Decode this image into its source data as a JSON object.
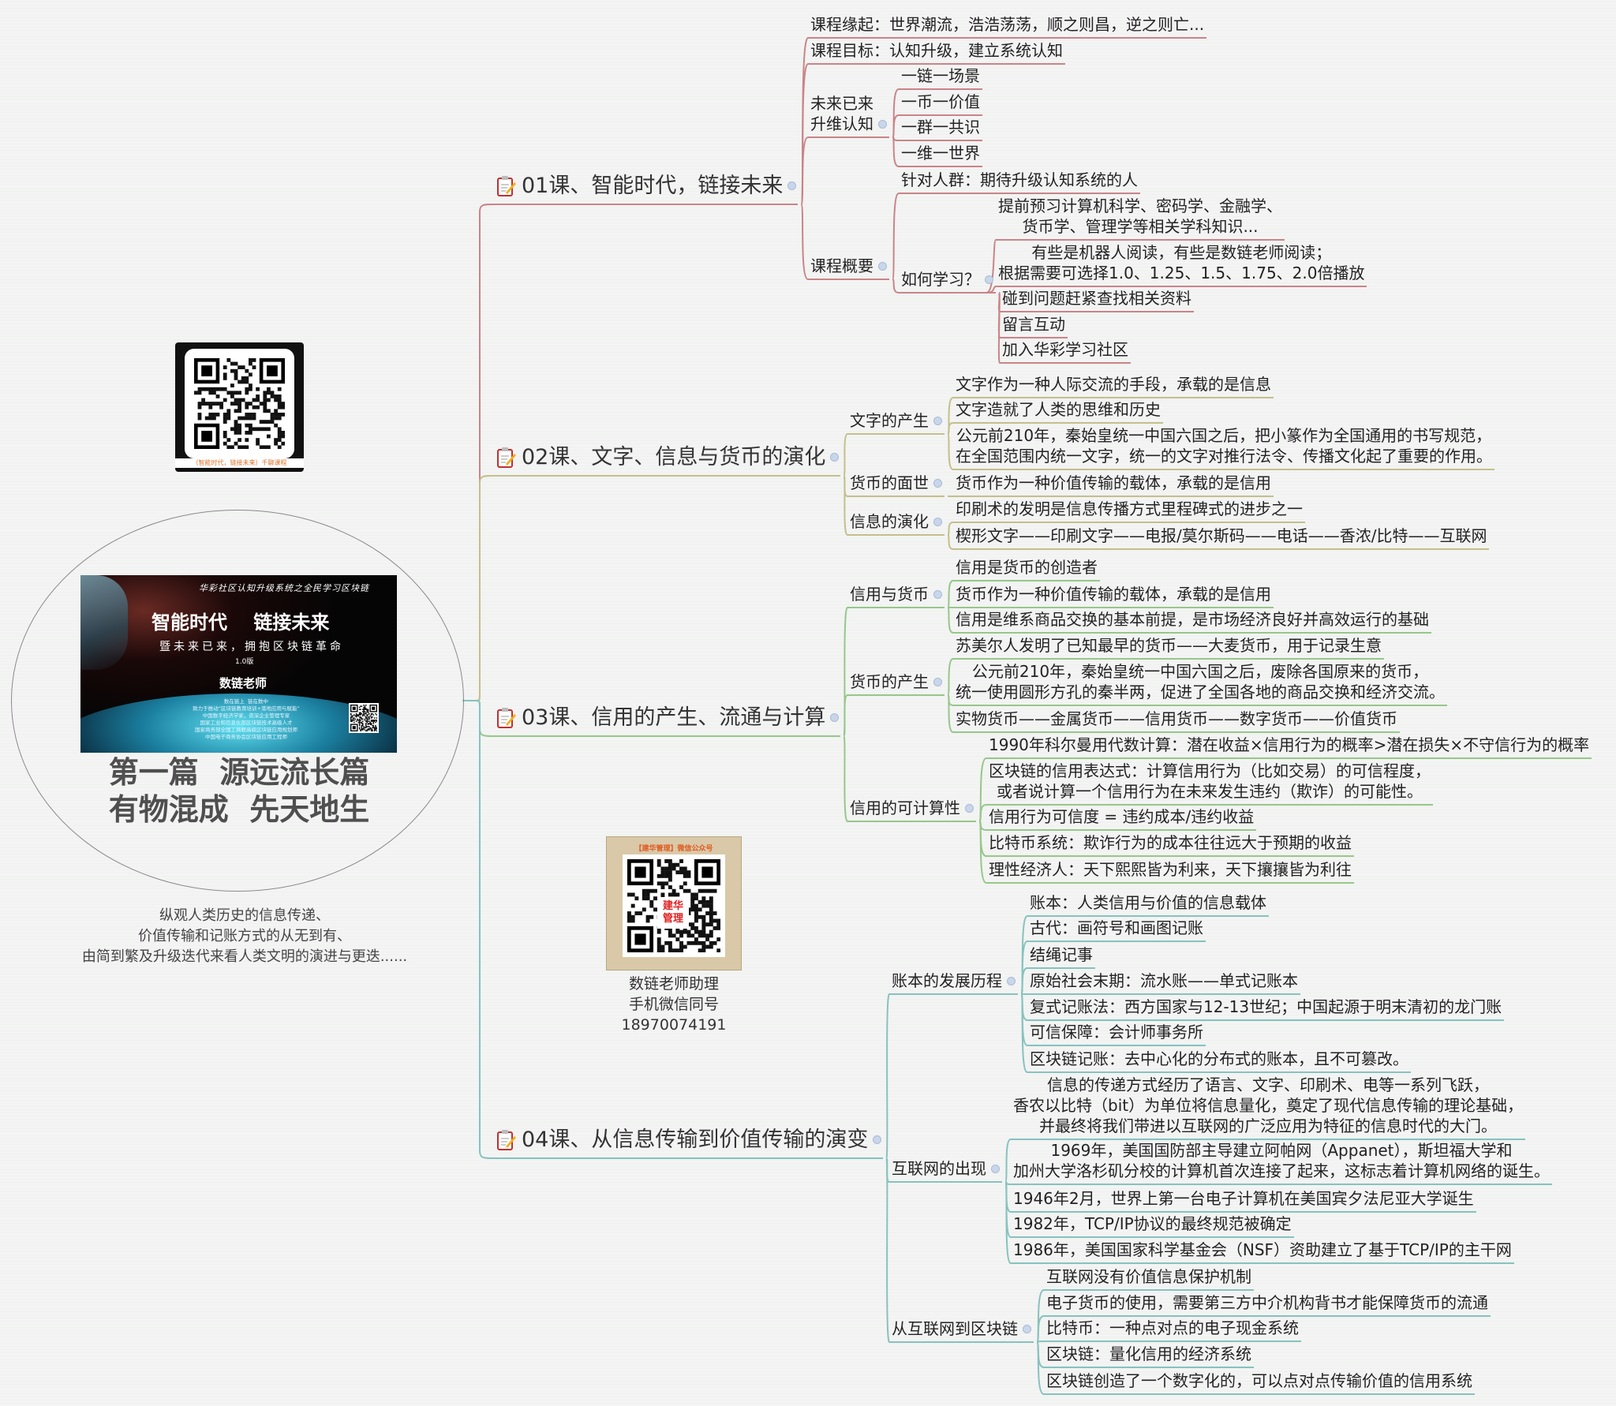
{
  "center": {
    "banner": {
      "top_line": "华彩社区认知升级系统之全民学习区块链",
      "title": "智能时代    链接未来",
      "subtitle": "暨未来已来，拥抱区块链革命",
      "version": "1.0版",
      "author": "数链老师",
      "bio_lines": "数在链上  链在数中\n致力于推动“区块链教育培训+落地应用与赋能”\n中国数字经济学家，资深企业管理专家\n国家工业和信息化部区块链技术高级人才\n国家商务部全国工商联高级区块链应用规划师\n中国电子商务协会区块链应用工程师"
    },
    "title_lines": "第一篇  源远流长篇\n有物混成  先天地生",
    "caption": "纵观人类历史的信息传递、\n价值传输和记账方式的从无到有、\n由简到繁及升级迭代来看人类文明的演进与更迭......"
  },
  "qr_top": {
    "caption": "（智能时代，链接未来）千聊课程"
  },
  "qr_assistant": {
    "header": "【建华管理】微信公众号",
    "logo": "建华\n管理",
    "caption": "数链老师助理\n手机微信同号\n18970074191"
  },
  "branches": [
    {
      "title": "01课、智能时代，链接未来",
      "color": "#c98489",
      "children": [
        {
          "text": "课程缘起：世界潮流，浩浩荡荡，顺之则昌，逆之则亡..."
        },
        {
          "text": "课程目标：认知升级，建立系统认知"
        },
        {
          "text": "未来已来\n升维认知",
          "children": [
            {
              "text": "一链一场景"
            },
            {
              "text": "一币一价值"
            },
            {
              "text": "一群一共识"
            },
            {
              "text": "一维一世界"
            }
          ]
        },
        {
          "text": "课程概要",
          "children": [
            {
              "text": "针对人群：期待升级认知系统的人"
            },
            {
              "text": "如何学习？",
              "children": [
                {
                  "text": "提前预习计算机科学、密码学、金融学、\n货币学、管理学等相关学科知识..."
                },
                {
                  "text": "有些是机器人阅读，有些是数链老师阅读；\n根据需要可选择1.0、1.25、1.5、1.75、2.0倍播放"
                },
                {
                  "text": "碰到问题赶紧查找相关资料"
                },
                {
                  "text": "留言互动"
                },
                {
                  "text": "加入华彩学习社区"
                }
              ]
            }
          ]
        }
      ]
    },
    {
      "title": "02课、文字、信息与货币的演化",
      "color": "#c4bf8c",
      "children": [
        {
          "text": "文字的产生",
          "children": [
            {
              "text": "文字作为一种人际交流的手段，承载的是信息"
            },
            {
              "text": "文字造就了人类的思维和历史"
            },
            {
              "text": "公元前210年，秦始皇统一中国六国之后，把小篆作为全国通用的书写规范，\n在全国范围内统一文字，统一的文字对推行法令、传播文化起了重要的作用。"
            }
          ]
        },
        {
          "text": "货币的面世",
          "children": [
            {
              "text": "货币作为一种价值传输的载体，承载的是信用"
            }
          ]
        },
        {
          "text": "信息的演化",
          "children": [
            {
              "text": "印刷术的发明是信息传播方式里程碑式的进步之一"
            },
            {
              "text": "楔形文字——印刷文字——电报/莫尔斯码——电话——香浓/比特——互联网"
            }
          ]
        }
      ]
    },
    {
      "title": "03课、信用的产生、流通与计算",
      "color": "#97c68b",
      "children": [
        {
          "text": "信用与货币",
          "children": [
            {
              "text": "信用是货币的创造者"
            },
            {
              "text": "货币作为一种价值传输的载体，承载的是信用"
            },
            {
              "text": "信用是维系商品交换的基本前提，是市场经济良好并高效运行的基础"
            }
          ]
        },
        {
          "text": "货币的产生",
          "children": [
            {
              "text": "苏美尔人发明了已知最早的货币——大麦货币，用于记录生意"
            },
            {
              "text": "公元前210年，秦始皇统一中国六国之后，废除各国原来的货币，\n统一使用圆形方孔的秦半两，促进了全国各地的商品交换和经济交流。"
            },
            {
              "text": "实物货币——金属货币——信用货币——数字货币——价值货币"
            }
          ]
        },
        {
          "text": "信用的可计算性",
          "children": [
            {
              "text": "1990年科尔曼用代数计算：潜在收益×信用行为的概率>潜在损失×不守信行为的概率"
            },
            {
              "text": "区块链的信用表达式：计算信用行为（比如交易）的可信程度，\n或者说计算一个信用行为在未来发生违约（欺诈）的可能性。"
            },
            {
              "text": "信用行为可信度 = 违约成本/违约收益"
            },
            {
              "text": "比特币系统：欺诈行为的成本往往远大于预期的收益"
            },
            {
              "text": "理性经济人：天下熙熙皆为利来，天下攘攘皆为利往"
            }
          ]
        }
      ]
    },
    {
      "title": "04课、从信息传输到价值传输的演变",
      "color": "#86c2bf",
      "children": [
        {
          "text": "账本的发展历程",
          "children": [
            {
              "text": "账本：人类信用与价值的信息载体"
            },
            {
              "text": "古代：画符号和画图记账"
            },
            {
              "text": "结绳记事"
            },
            {
              "text": "原始社会末期：流水账——单式记账本"
            },
            {
              "text": "复式记账法：西方国家与12-13世纪；中国起源于明末清初的龙门账"
            },
            {
              "text": "可信保障：会计师事务所"
            },
            {
              "text": "区块链记账：去中心化的分布式的账本，且不可篡改。"
            }
          ]
        },
        {
          "text": "互联网的出现",
          "children": [
            {
              "text": "信息的传递方式经历了语言、文字、印刷术、电等一系列飞跃，\n香农以比特（bit）为单位将信息量化，奠定了现代信息传输的理论基础，\n并最终将我们带进以互联网的广泛应用为特征的信息时代的大门。"
            },
            {
              "text": "1969年，美国国防部主导建立阿帕网（Appanet），斯坦福大学和\n加州大学洛杉矶分校的计算机首次连接了起来，这标志着计算机网络的诞生。"
            },
            {
              "text": "1946年2月，世界上第一台电子计算机在美国宾夕法尼亚大学诞生"
            },
            {
              "text": "1982年，TCP/IP协议的最终规范被确定"
            },
            {
              "text": "1986年，美国国家科学基金会（NSF）资助建立了基于TCP/IP的主干网"
            }
          ]
        },
        {
          "text": "从互联网到区块链",
          "children": [
            {
              "text": "互联网没有价值信息保护机制"
            },
            {
              "text": "电子货币的使用，需要第三方中介机构背书才能保障货币的流通"
            },
            {
              "text": "比特币：一种点对点的电子现金系统"
            },
            {
              "text": "区块链：量化信用的经济系统"
            },
            {
              "text": "区块链创造了一个数字化的，可以点对点传输价值的信用系统"
            }
          ]
        }
      ]
    }
  ]
}
